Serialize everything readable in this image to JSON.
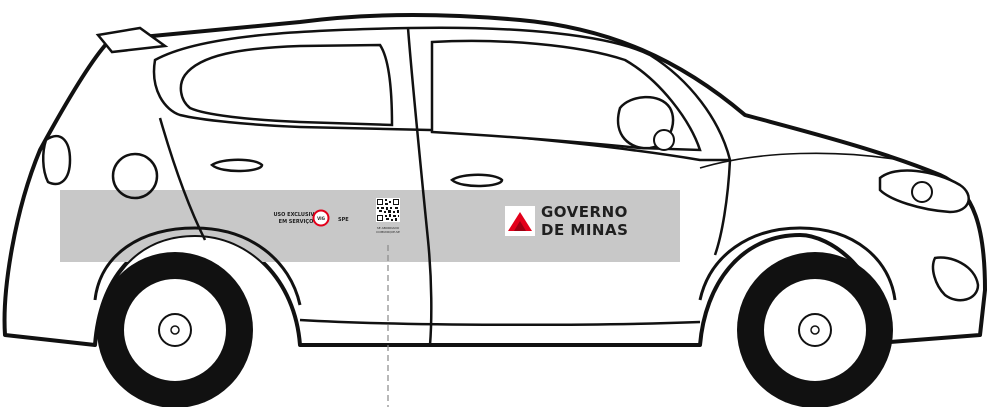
{
  "livery": {
    "logo": {
      "line1": "GOVERNO",
      "line2": "DE MINAS",
      "triangle_color": "#e2001a"
    },
    "service_notice": {
      "line1": "USO EXCLUSIVO",
      "line2": "EM SERVIÇO",
      "agency": "SPE",
      "badge_text": "VIG"
    },
    "qr_caption": {
      "line1": "SE ABORDADO",
      "line2": "COMUNIQUE-SE"
    },
    "stripe_color": "#c8c8c8"
  },
  "car": {
    "outline_color": "#111111",
    "tire_color": "#111111",
    "body_color": "#ffffff"
  }
}
